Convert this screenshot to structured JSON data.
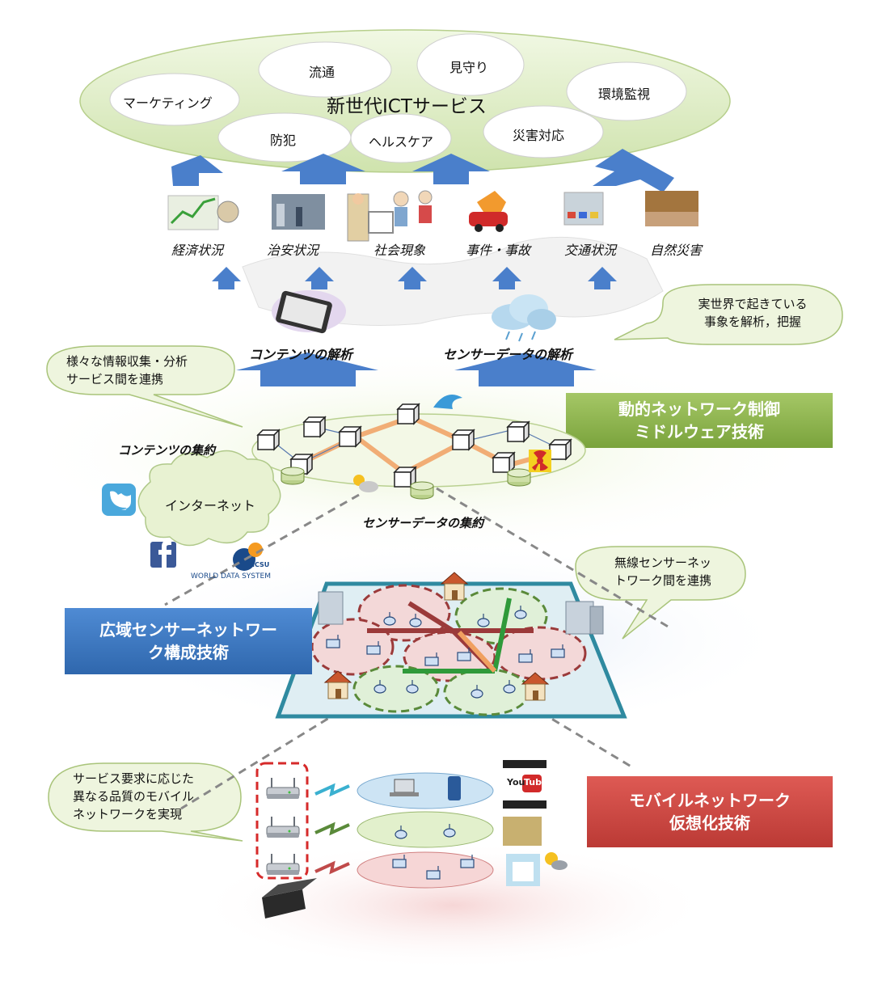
{
  "top_services": {
    "title": "新世代ICTサービス",
    "items": [
      "流通",
      "見守り",
      "マーケティング",
      "環境監視",
      "防犯",
      "ヘルスケア",
      "災害対応"
    ]
  },
  "categories": [
    "経済状況",
    "治安状況",
    "社会現象",
    "事件・事故",
    "交通状況",
    "自然災害"
  ],
  "analysis": {
    "contents": "コンテンツの解析",
    "sensor": "センサーデータの解析"
  },
  "callouts": {
    "realworld": [
      "実世界で起きている",
      "事象を解析，把握"
    ],
    "collect": [
      "様々な情報収集・分析",
      "サービス間を連携"
    ],
    "wireless": [
      "無線センサーネッ",
      "トワーク間を連携"
    ],
    "service": [
      "サービス要求に応じた",
      "異なる品質のモバイル",
      "ネットワークを実現"
    ]
  },
  "tags": {
    "middleware": [
      "動的ネットワーク制御",
      "ミドルウェア技術"
    ],
    "wide_area": [
      "広域センサーネットワー",
      "ク構成技術"
    ],
    "mobile": [
      "モバイルネットワーク",
      "仮想化技術"
    ]
  },
  "labels": {
    "contents_agg": "コンテンツの集約",
    "sensor_agg": "センサーデータの集約",
    "internet": "インターネット",
    "wds1": "ICSU",
    "wds2": "WORLD DATA SYSTEM",
    "youtube1": "You",
    "youtube2": "Tube"
  },
  "colors": {
    "green_fill": "#d6e7b8",
    "green_tag": "#8db64a",
    "blue_tag": "#3a78c2",
    "red_tag": "#d04a45",
    "arrow_blue": "#4a7fcb",
    "orange_link": "#f0a060",
    "dark_red_link": "#9b3a3a",
    "green_link": "#2f9a3a",
    "teal_plane": "#2f8aa0"
  }
}
